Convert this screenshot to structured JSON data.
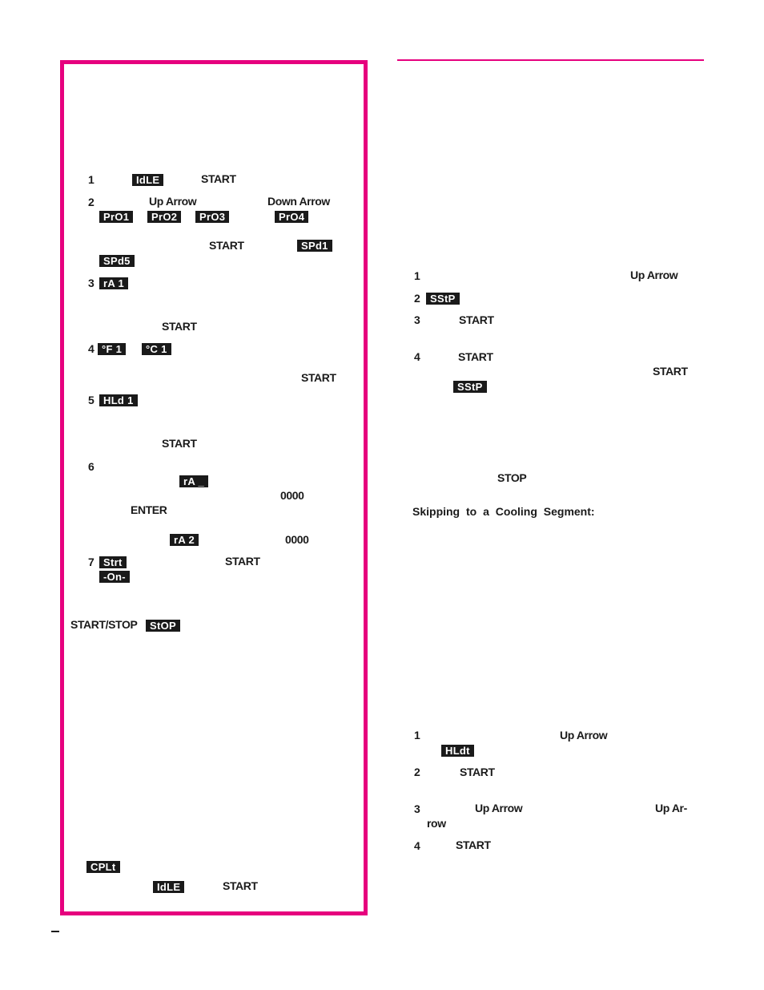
{
  "left": {
    "s1_num": "1",
    "s1_disp": "IdLE",
    "s1_key": "START",
    "s2_num": "2",
    "s2_key_up": "Up Arrow",
    "s2_key_down": "Down Arrow",
    "s2_pro1": "PrO1",
    "s2_pro2": "PrO2",
    "s2_pro3": "PrO3",
    "s2_pro4": "PrO4",
    "s2_key_start": "START",
    "s2_spd1": "SPd1",
    "s2_spd5": "SPd5",
    "s3_num": "3",
    "s3_disp": "rA 1",
    "s3_key": "START",
    "s4_num": "4",
    "s4_disp_f": "°F 1",
    "s4_disp_c": "°C 1",
    "s4_key": "START",
    "s5_num": "5",
    "s5_disp": "HLd 1",
    "s5_key": "START",
    "s6_num": "6",
    "s6_disp_ra": "rA _",
    "s6_val1": "0000",
    "s6_key_enter": "ENTER",
    "s6_disp_ra2": "rA 2",
    "s6_val2": "0000",
    "s7_num": "7",
    "s7_disp_strt": "Strt",
    "s7_key": "START",
    "s7_disp_on": "-On-",
    "startstop_key": "START/STOP",
    "startstop_disp": "StOP",
    "cplt_disp": "CPLt",
    "end_disp": "IdLE",
    "end_key": "START"
  },
  "right": {
    "a1_num": "1",
    "a1_key": "Up Arrow",
    "a2_num": "2",
    "a2_disp": "SStP",
    "a3_num": "3",
    "a3_key": "START",
    "a4_num": "4",
    "a4_key1": "START",
    "a4_key2": "START",
    "a4_disp": "SStP",
    "stop_key": "STOP",
    "cool_heading": "Skipping to a Cooling Segment:",
    "b1_num": "1",
    "b1_key": "Up Arrow",
    "b1_disp": "HLdt",
    "b2_num": "2",
    "b2_key": "START",
    "b3_num": "3",
    "b3_key1": "Up Arrow",
    "b3_key2a": "Up Ar-",
    "b3_key2b": "row",
    "b4_num": "4",
    "b4_key": "START"
  },
  "colors": {
    "accent": "#e6007e",
    "display_bg": "#1a1a1a",
    "text": "#1a1a1a"
  }
}
